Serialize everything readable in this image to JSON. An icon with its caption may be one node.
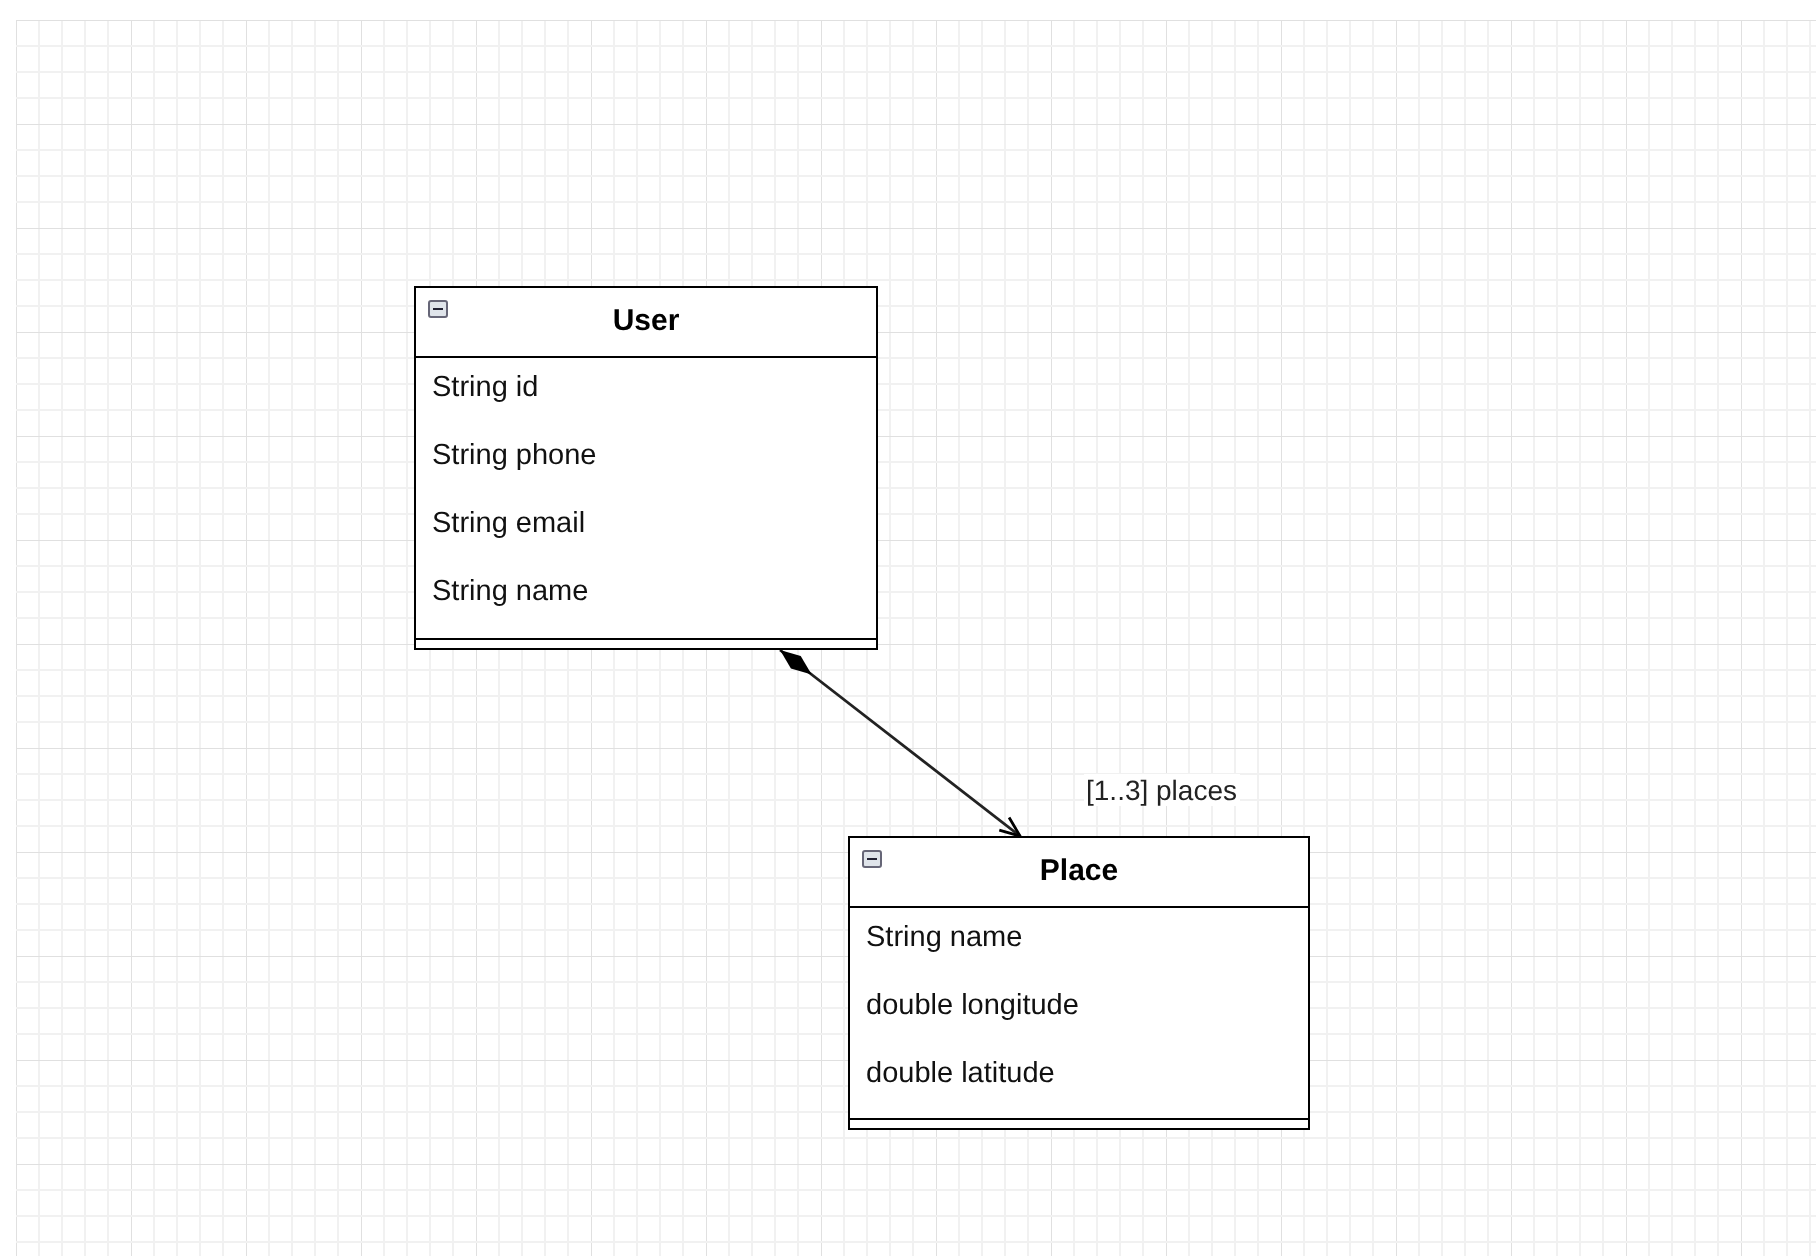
{
  "diagram": {
    "nodes": [
      {
        "text": [
          "User",
          "String id",
          "String phone",
          "String email",
          "String name"
        ]
      },
      {
        "text": [
          "Place",
          "String name",
          "double longitude",
          "double latitude"
        ]
      }
    ],
    "edges": [
      {
        "from": 0,
        "to": 1,
        "arrow": "to",
        "label": "[1..3] places"
      }
    ]
  }
}
